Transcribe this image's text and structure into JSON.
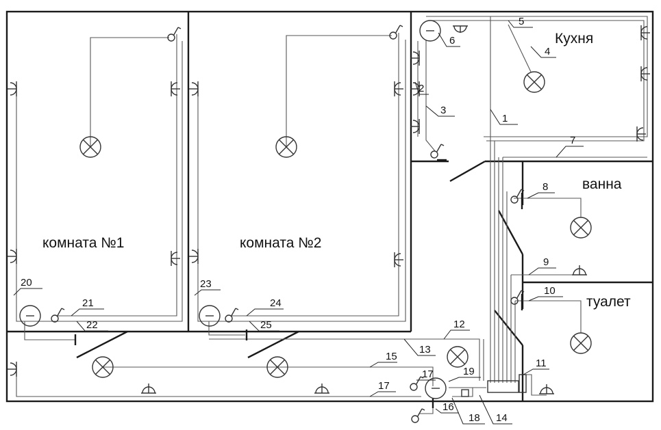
{
  "rooms": [
    {
      "label": "Кухня"
    },
    {
      "label": "ванна"
    },
    {
      "label": "туалет"
    },
    {
      "label": "комната №1"
    },
    {
      "label": "комната №2"
    }
  ],
  "labels": [
    "1",
    "2",
    "3",
    "4",
    "5",
    "6",
    "7",
    "8",
    "9",
    "10",
    "11",
    "12",
    "13",
    "14",
    "15",
    "16",
    "17",
    "17",
    "18",
    "19",
    "20",
    "21",
    "22",
    "23",
    "24",
    "25"
  ],
  "symbols": {
    "lamp": "lamp-icon",
    "socket": "socket-icon",
    "switch": "switch-icon",
    "junction": "junction-box-icon",
    "panel": "distribution-panel-icon"
  }
}
